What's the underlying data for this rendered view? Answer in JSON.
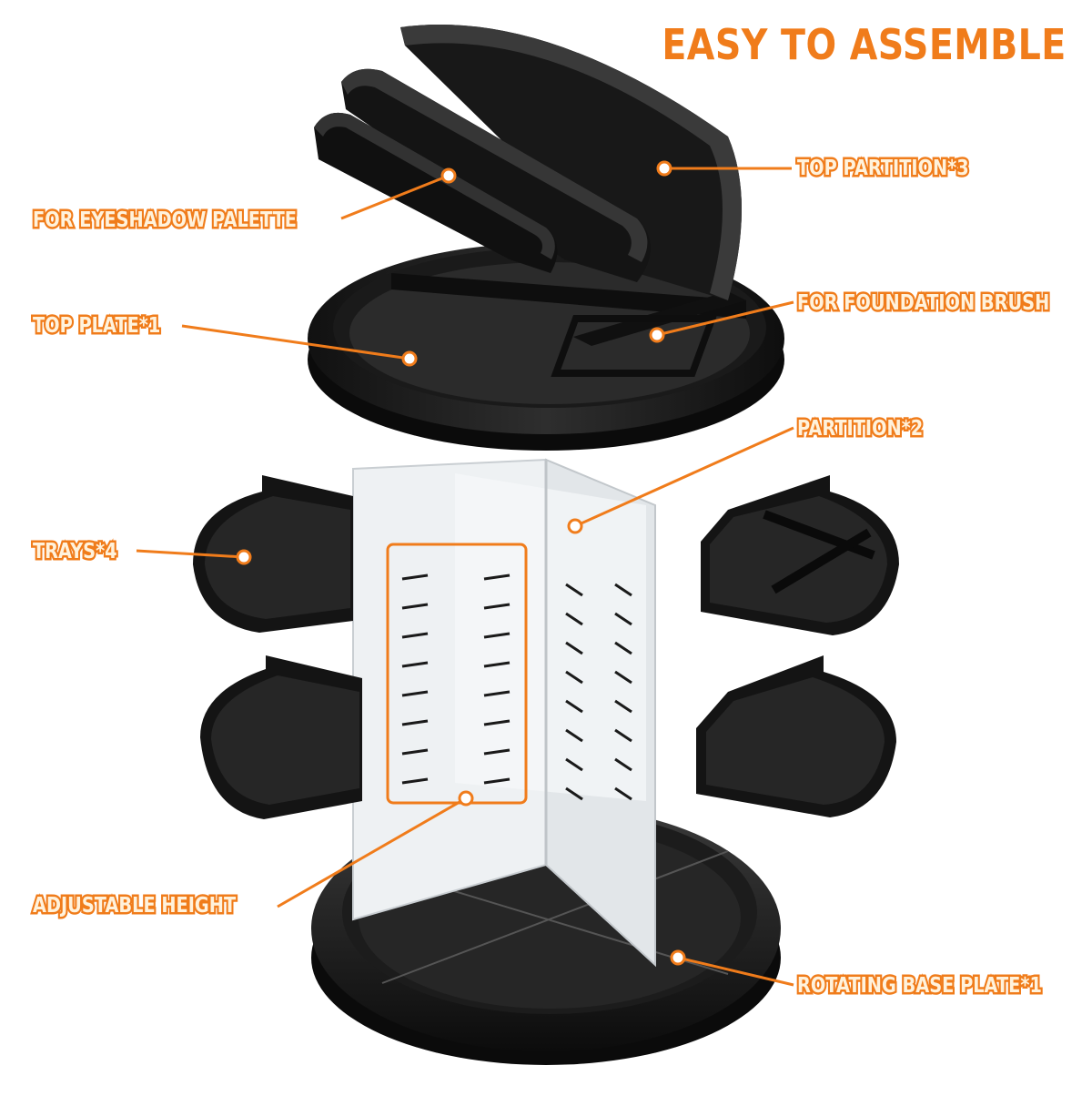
{
  "title": "EASY TO ASSEMBLE",
  "labels": {
    "top_partition": "TOP PARTITION*3",
    "eyeshadow": "FOR EYESHADOW PALETTE",
    "top_plate": "TOP PLATE*1",
    "foundation": "FOR FOUNDATION BRUSH",
    "partition": "PARTITION*2",
    "trays": "TRAYS*4",
    "adjustable": "ADJUSTABLE HEIGHT",
    "base_plate": "ROTATING BASE PLATE*1"
  },
  "colors": {
    "accent": "#f07c1b",
    "part_black": "#141414",
    "part_gray": "#2a2a2a",
    "acrylic": "#e9ecee"
  }
}
